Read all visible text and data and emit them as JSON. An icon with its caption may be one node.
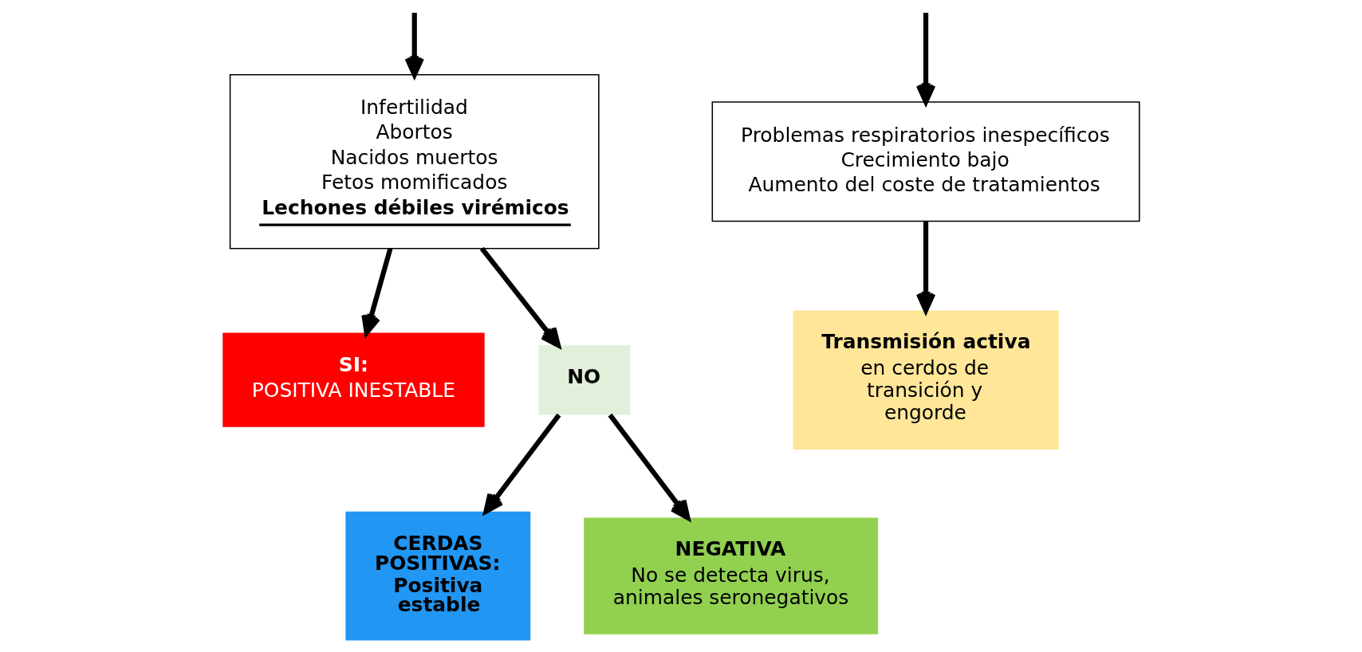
{
  "diagram": {
    "nodes": [
      {
        "text": [
          "Infertilidad",
          "Abortos",
          "Nacidos muertos",
          "Fetos momificados",
          "Lechones débiles virémicos"
        ]
      },
      {
        "text": [
          "Problemas respiratorios inespecíficos",
          "Crecimiento bajo",
          "Aumento del coste de tratamientos"
        ]
      },
      {
        "text": [
          "SI:",
          "POSITIVA INESTABLE"
        ]
      },
      {
        "text": [
          "NO"
        ]
      },
      {
        "text": [
          "CERDAS POSITIVAS:",
          "Positiva estable"
        ]
      },
      {
        "text": [
          "NEGATIVA",
          "No se detecta virus, animales seronegativos"
        ]
      },
      {
        "text": [
          "Transmisión activa",
          "en cerdos de transición y engorde"
        ]
      }
    ],
    "edges": [
      {
        "from": null,
        "to": 0,
        "arrow": "to"
      },
      {
        "from": null,
        "to": 1,
        "arrow": "to"
      },
      {
        "from": 0,
        "to": 2,
        "arrow": "to"
      },
      {
        "from": 0,
        "to": 3,
        "arrow": "to"
      },
      {
        "from": 3,
        "to": 4,
        "arrow": "to"
      },
      {
        "from": 3,
        "to": 5,
        "arrow": "to"
      },
      {
        "from": 1,
        "to": 6,
        "arrow": "to"
      }
    ]
  }
}
